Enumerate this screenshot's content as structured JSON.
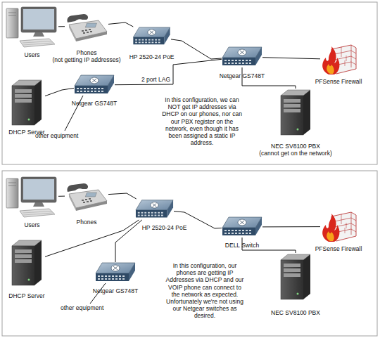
{
  "diagram": {
    "nodes": [
      {
        "text": [
          "Users"
        ]
      },
      {
        "text": [
          "Phones",
          "(not getting IP addresses)"
        ]
      },
      {
        "text": [
          "HP 2520-24 PoE"
        ]
      },
      {
        "text": [
          "Netgear GS748T"
        ]
      },
      {
        "text": [
          "PFSense Firewall"
        ]
      },
      {
        "text": [
          "DHCP Server"
        ]
      },
      {
        "text": [
          "Netgear GS748T"
        ]
      },
      {
        "text": [
          "NEC SV8100 PBX",
          "(cannot get on the network)"
        ]
      },
      {
        "text": [
          "Users"
        ]
      },
      {
        "text": [
          "Phones"
        ]
      },
      {
        "text": [
          "HP 2520-24 PoE"
        ]
      },
      {
        "text": [
          "DELL Switch"
        ]
      },
      {
        "text": [
          "PFSense Firewall"
        ]
      },
      {
        "text": [
          "DHCP Server"
        ]
      },
      {
        "text": [
          "Netgear GS748T"
        ]
      },
      {
        "text": [
          "NEC SV8100 PBX"
        ]
      }
    ],
    "edges": [
      {
        "from": 0,
        "to": 1,
        "arrow": "none"
      },
      {
        "from": 1,
        "to": 2,
        "arrow": "none"
      },
      {
        "from": 2,
        "to": 3,
        "arrow": "none"
      },
      {
        "from": 6,
        "to": 3,
        "label": "2 port LAG",
        "arrow": "none"
      },
      {
        "from": 3,
        "to": 4,
        "arrow": "none"
      },
      {
        "from": 3,
        "to": 7,
        "arrow": "none"
      },
      {
        "from": 5,
        "to": 6,
        "arrow": "none"
      },
      {
        "from": 8,
        "to": 9,
        "arrow": "none"
      },
      {
        "from": 9,
        "to": 10,
        "arrow": "none"
      },
      {
        "from": 10,
        "to": 11,
        "arrow": "none"
      },
      {
        "from": 11,
        "to": 12,
        "arrow": "none"
      },
      {
        "from": 11,
        "to": 15,
        "arrow": "none"
      },
      {
        "from": 13,
        "to": 10,
        "arrow": "none"
      },
      {
        "from": 14,
        "to": 10,
        "arrow": "none"
      }
    ],
    "labels": [
      "In this configuration, we can NOT get IP addresses via DHCP on our phones, nor can our PBX register on the network, even though it has been assigned a static IP address.",
      "other equipment",
      "In this configuration, our phones are getting IP Addresses via DHCP and our VOIP phone can connect to the network as expected. Unfortunately we're not using our Netgear switches as desired.",
      "other equipment"
    ]
  }
}
